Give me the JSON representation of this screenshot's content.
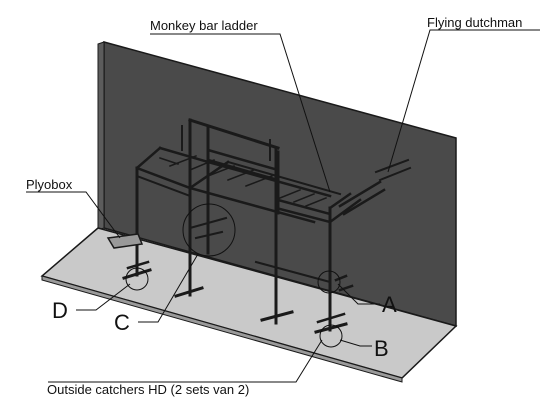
{
  "labels": {
    "monkey_bar_ladder": "Monkey bar ladder",
    "flying_dutchman": "Flying dutchman",
    "plyobox": "Plyobox",
    "outside_catchers": "Outside catchers HD (2 sets van 2)",
    "a": "A",
    "b": "B",
    "c": "C",
    "d": "D"
  },
  "colors": {
    "wall": "#4a4a4a",
    "floor": "#c9c9c9",
    "steel": "#1a1a1a",
    "leader": "#111111"
  }
}
